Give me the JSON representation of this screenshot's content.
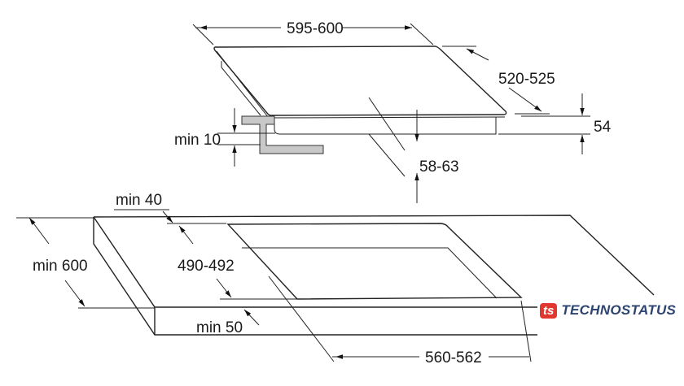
{
  "dimensions": {
    "hob_width": "595-600",
    "hob_depth": "520-525",
    "hob_height": "54",
    "bracket_gap": "min 10",
    "insert_depth": "58-63",
    "rear_clearance": "min 40",
    "worktop_depth": "min 600",
    "cutout_depth": "490-492",
    "front_clearance": "min 50",
    "cutout_width": "560-562"
  },
  "watermark": {
    "mark": "ts",
    "text": "TECHNOSTATUS",
    "mark_color": "#e2372f",
    "text_color": "#2d4370"
  }
}
